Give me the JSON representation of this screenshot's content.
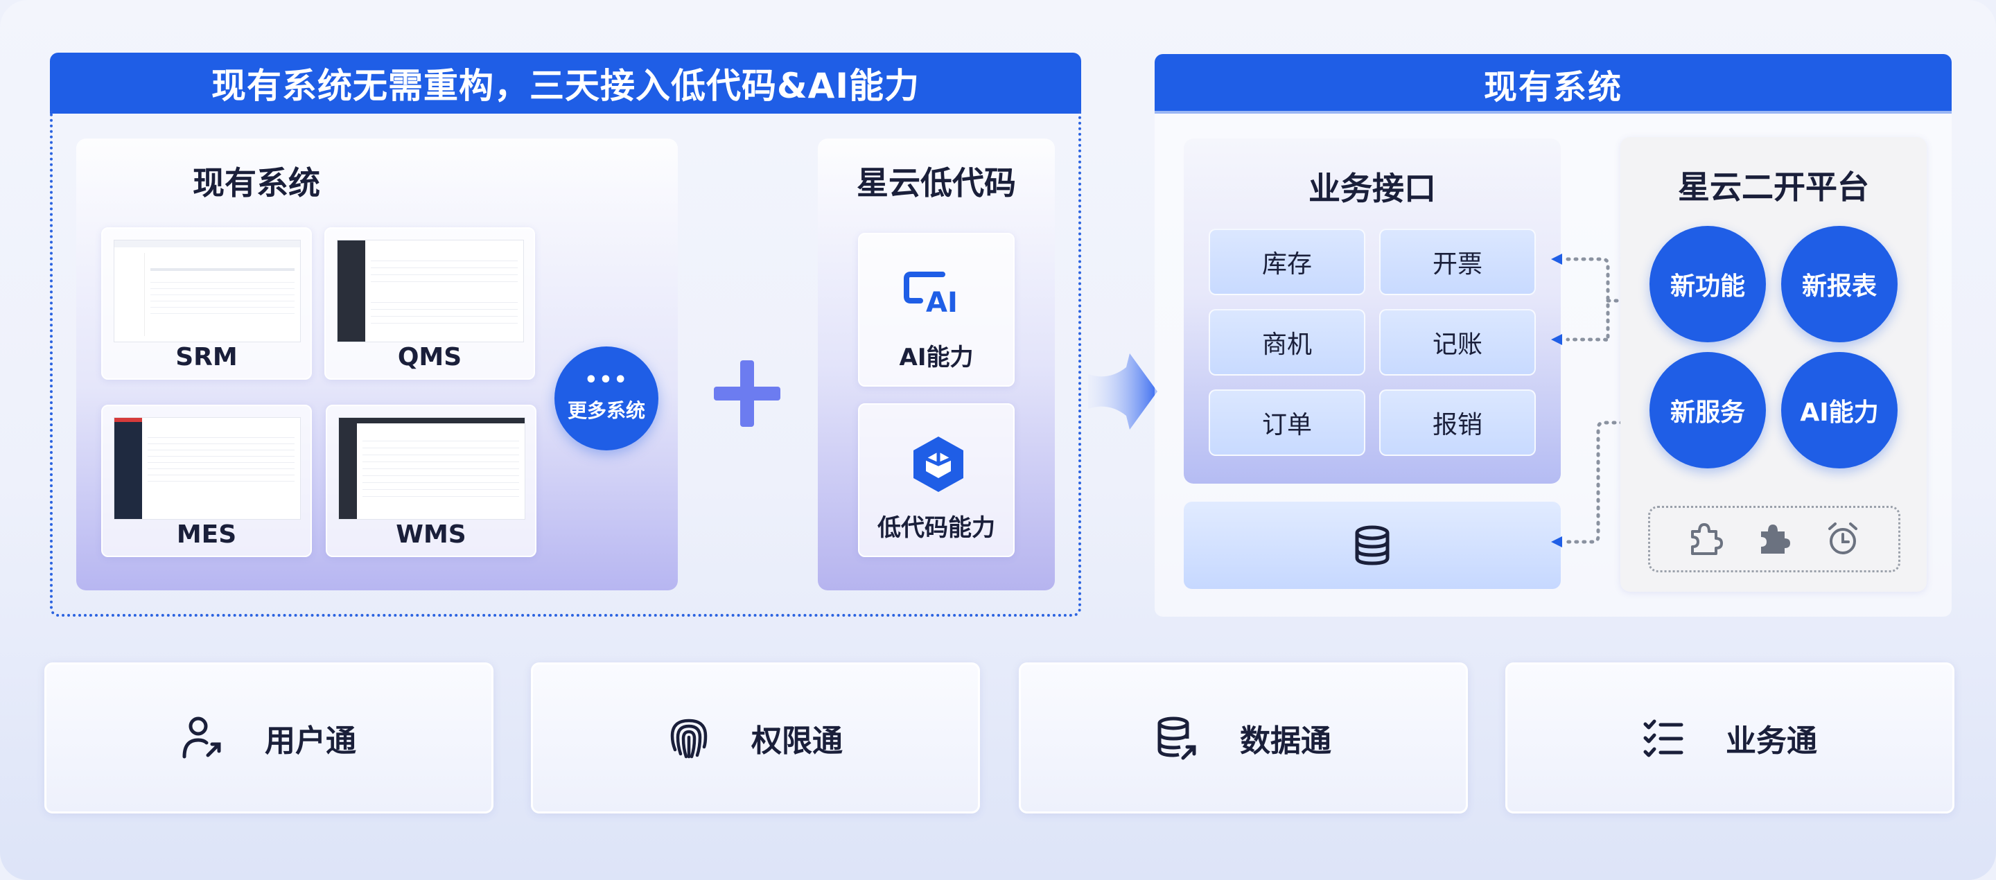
{
  "left_panel": {
    "header": "现有系统无需重构，三天接入低代码&AI能力",
    "existing_title": "现有系统",
    "systems": [
      "SRM",
      "QMS",
      "MES",
      "WMS"
    ],
    "more_dots": "•••",
    "more_label": "更多系统",
    "lowcode_title": "星云低代码",
    "lowcode_ai": "AI能力",
    "lowcode_lc": "低代码能力"
  },
  "right_panel": {
    "header": "现有系统",
    "biz_title": "业务接口",
    "biz_items": [
      "库存",
      "开票",
      "商机",
      "记账",
      "订单",
      "报销"
    ],
    "platform_title": "星云二开平台",
    "platform_items": [
      "新功能",
      "新报表",
      "新服务",
      "AI能力"
    ]
  },
  "bottom": [
    "用户通",
    "权限通",
    "数据通",
    "业务通"
  ],
  "colors": {
    "primary": "#1f5ee6",
    "plus": "#6c7cf0",
    "dark_text": "#1a1f3a"
  }
}
